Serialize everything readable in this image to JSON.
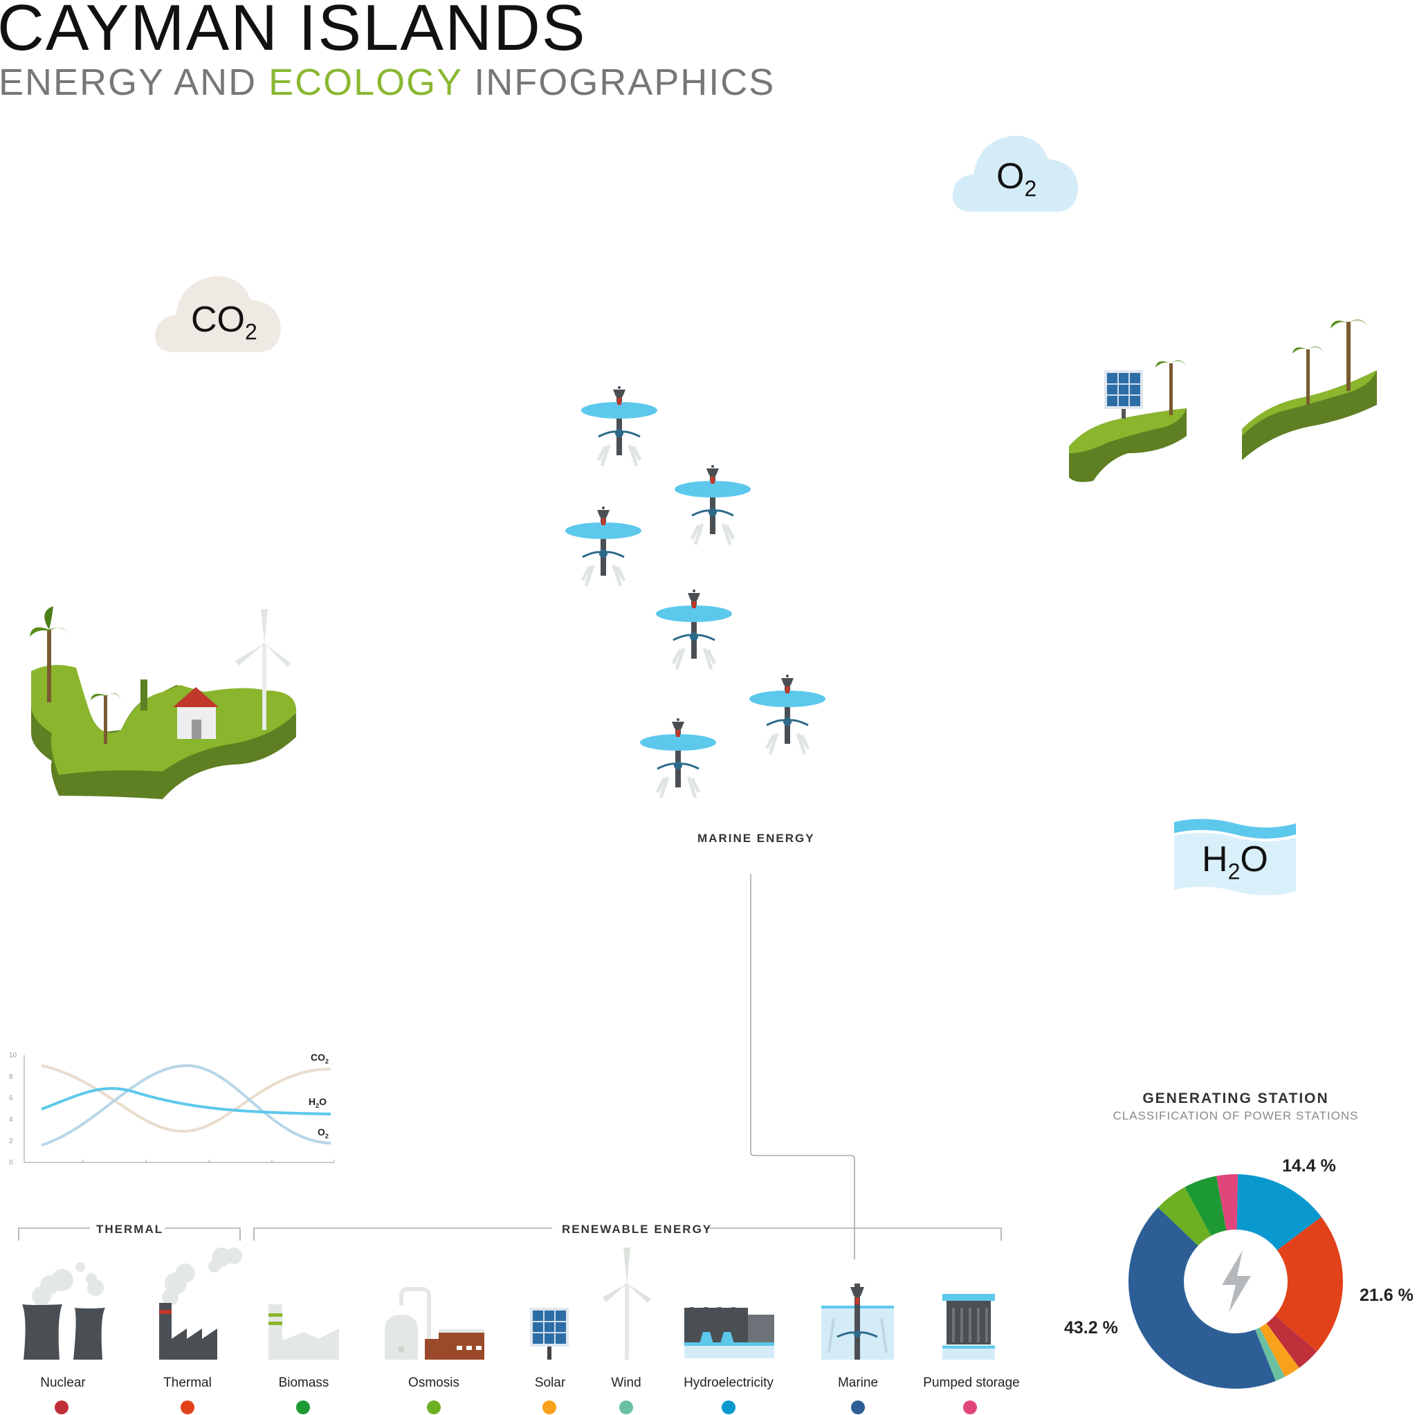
{
  "header": {
    "title": "CAYMAN ISLANDS",
    "subtitle_part1": "ENERGY AND ",
    "subtitle_part2": "ECOLOGY",
    "subtitle_part3": " INFOGRAPHICS"
  },
  "clouds": {
    "o2": {
      "main": "O",
      "sub": "2"
    },
    "co2": {
      "main": "CO",
      "sub": "2"
    },
    "h2o": {
      "main": "H",
      "sub": "2",
      "tail": "O"
    }
  },
  "marine_label": "MARINE ENERGY",
  "line_chart": {
    "y_ticks": [
      "10",
      "8",
      "6",
      "4",
      "2",
      "0"
    ],
    "labels": {
      "co2": {
        "main": "CO",
        "sub": "2"
      },
      "h2o": {
        "main": "H",
        "sub": "2",
        "tail": "O"
      },
      "o2": {
        "main": "O",
        "sub": "2"
      }
    },
    "colors": {
      "co2": "#eadccd",
      "h2o": "#5cc8ec",
      "o2": "#b7d6e8"
    }
  },
  "groups": {
    "thermal": "THERMAL",
    "renewable": "RENEWABLE ENERGY"
  },
  "categories": [
    {
      "label": "Nuclear",
      "color": "#c0303a",
      "icon": "nuclear-plant-icon"
    },
    {
      "label": "Thermal",
      "color": "#e2421a",
      "icon": "thermal-factory-icon"
    },
    {
      "label": "Biomass",
      "color": "#1e9a35",
      "icon": "biomass-plant-icon"
    },
    {
      "label": "Osmosis",
      "color": "#6db024",
      "icon": "osmosis-plant-icon"
    },
    {
      "label": "Solar",
      "color": "#f9a11b",
      "icon": "solar-panel-icon"
    },
    {
      "label": "Wind",
      "color": "#6ac0a0",
      "icon": "wind-turbine-icon"
    },
    {
      "label": "Hydroelectricity",
      "color": "#0a99cf",
      "icon": "hydro-dam-icon"
    },
    {
      "label": "Marine",
      "color": "#2d5f96",
      "icon": "marine-turbine-icon"
    },
    {
      "label": "Pumped storage",
      "color": "#e0467c",
      "icon": "pumped-storage-icon"
    }
  ],
  "generating_station": {
    "title": "GENERATING STATION",
    "subtitle": "CLASSIFICATION OF POWER STATIONS",
    "labels": [
      "14.4 %",
      "21.6 %",
      "43.2 %"
    ]
  },
  "chart_data": {
    "type": "pie",
    "title": "GENERATING STATION",
    "subtitle": "CLASSIFICATION OF POWER STATIONS",
    "slices": [
      {
        "name": "Hydroelectricity",
        "value": 14.4,
        "color": "#0a99cf",
        "label": "14.4 %"
      },
      {
        "name": "Thermal",
        "value": 21.6,
        "color": "#e2421a",
        "label": "21.6 %"
      },
      {
        "name": "Nuclear",
        "value": 3.6,
        "color": "#c0303a"
      },
      {
        "name": "Solar",
        "value": 2.5,
        "color": "#f9a11b"
      },
      {
        "name": "Wind",
        "value": 1.5,
        "color": "#6ac0a0"
      },
      {
        "name": "Marine",
        "value": 43.2,
        "color": "#2d5f96",
        "label": "43.2 %"
      },
      {
        "name": "Osmosis",
        "value": 5.0,
        "color": "#6db024"
      },
      {
        "name": "Biomass",
        "value": 5.0,
        "color": "#1e9a35"
      },
      {
        "name": "Pumped storage",
        "value": 3.2,
        "color": "#e0467c"
      }
    ]
  }
}
